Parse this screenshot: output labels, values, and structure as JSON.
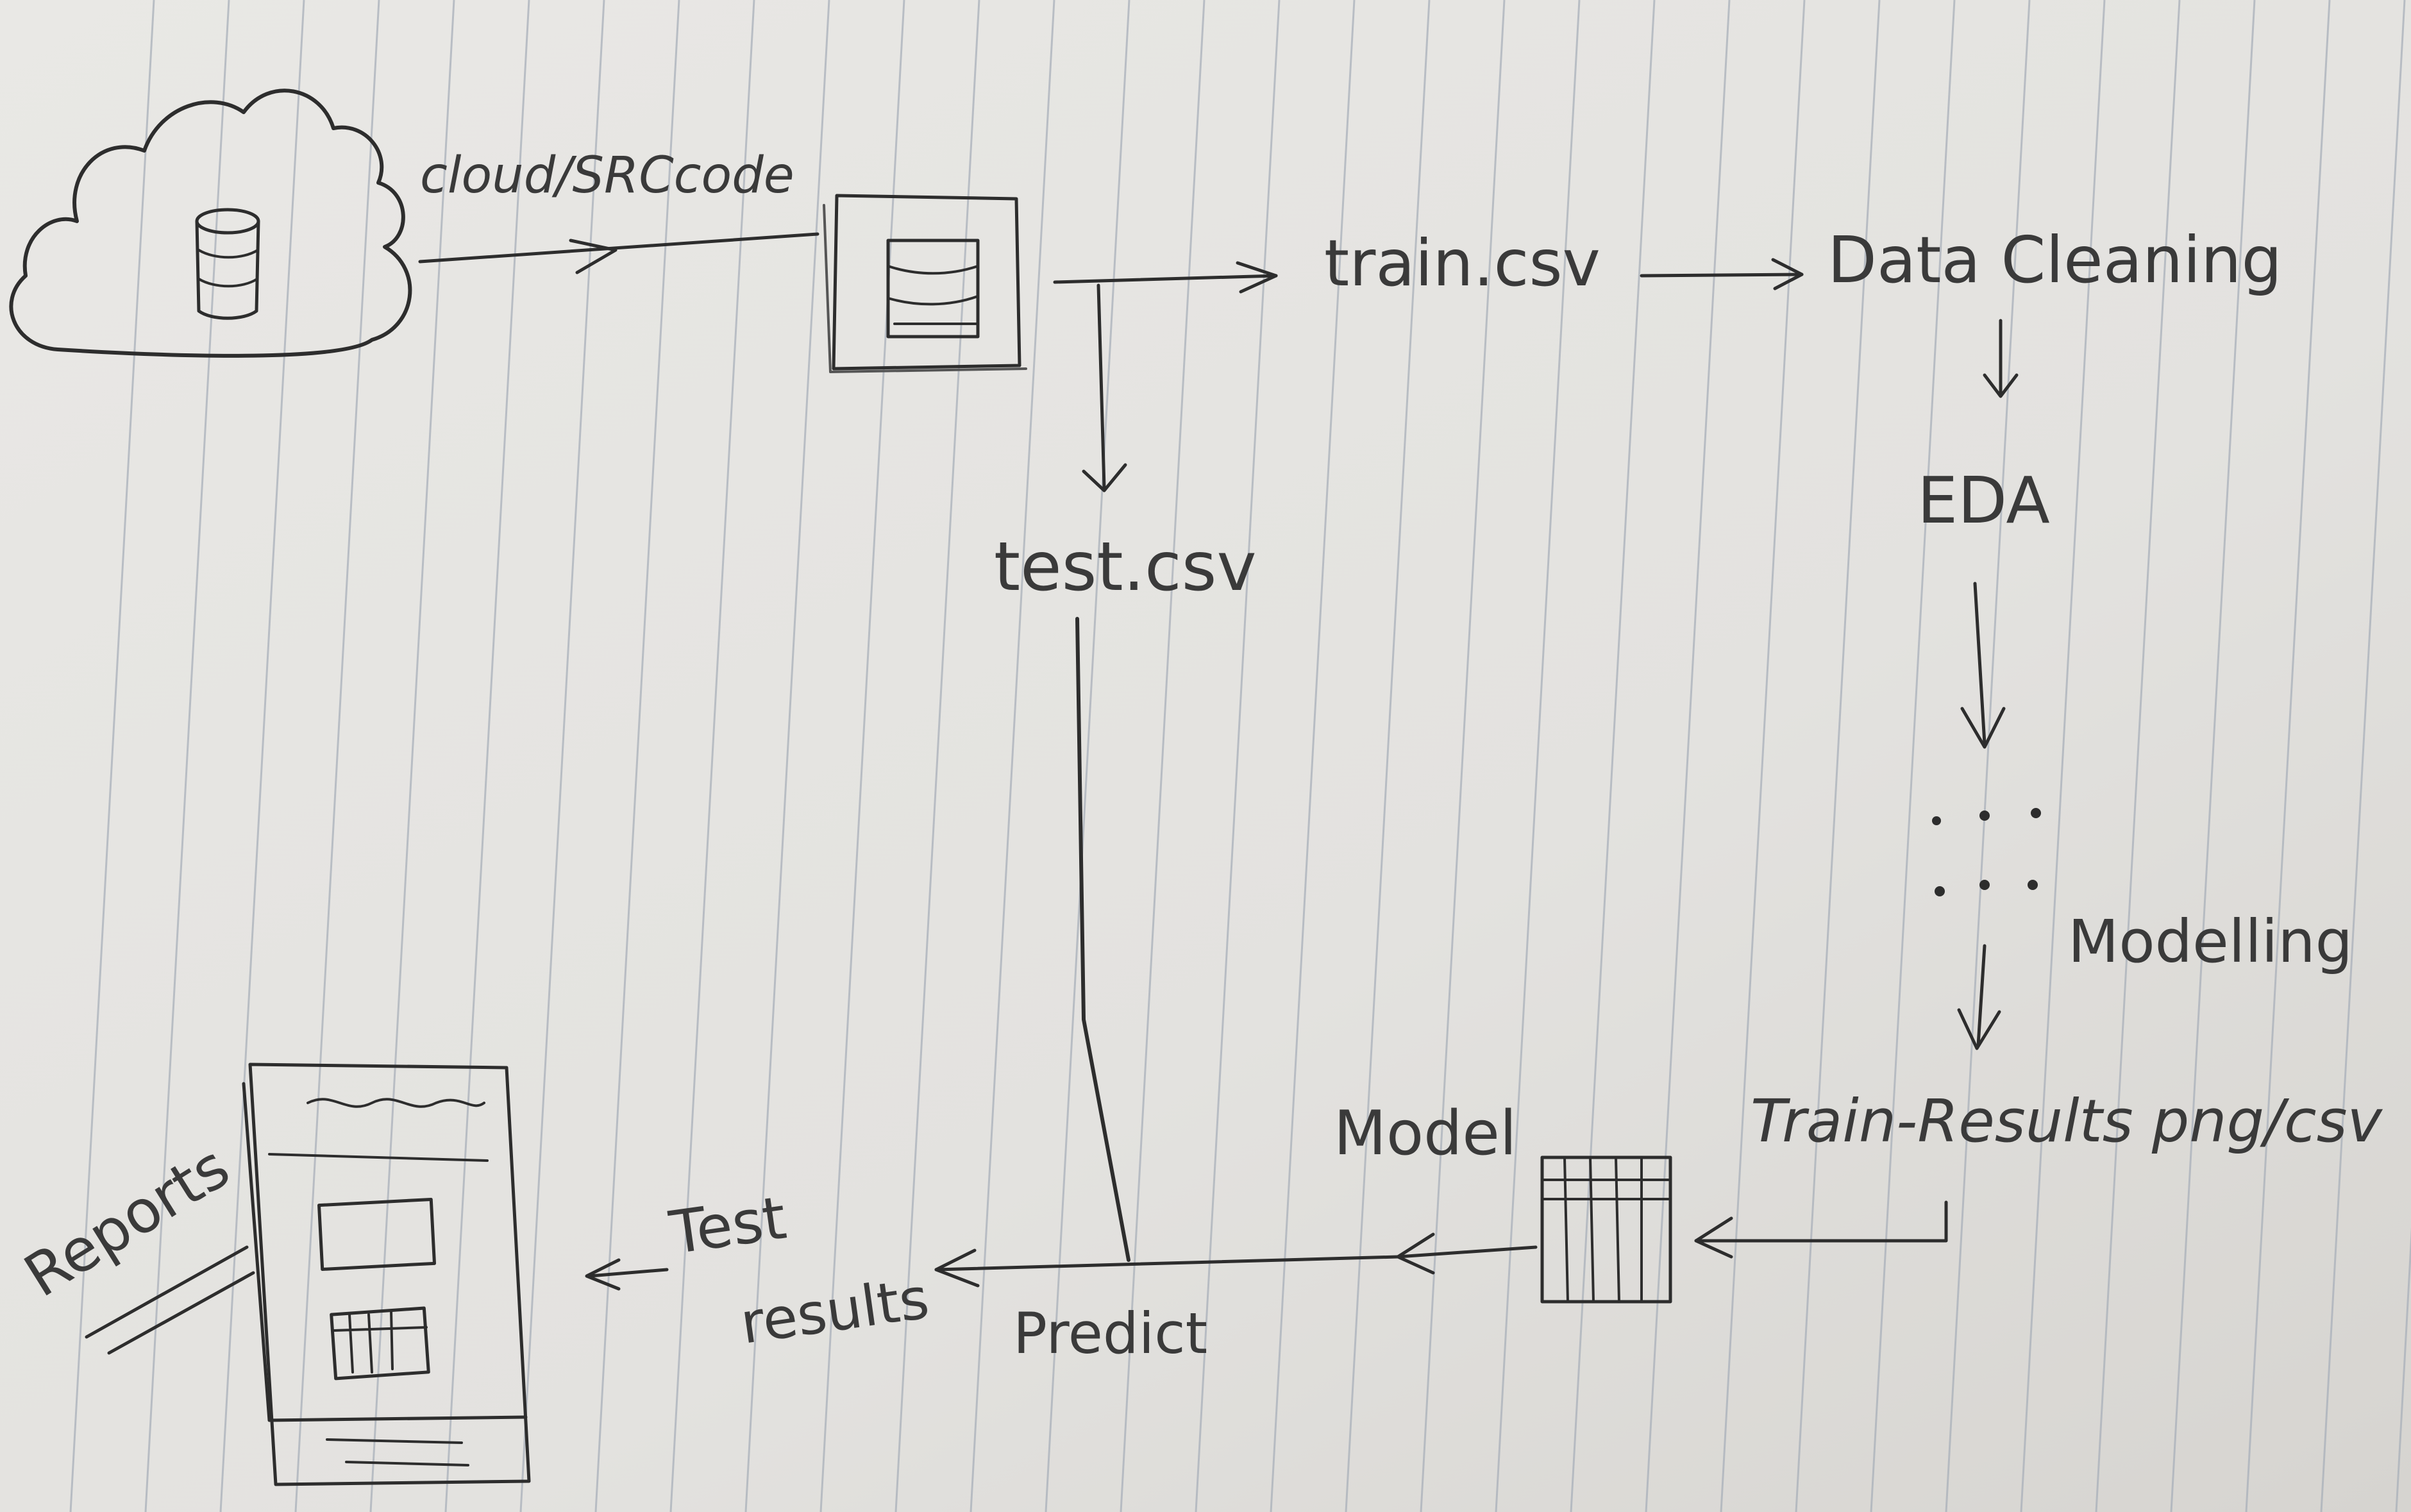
{
  "diagram": {
    "labels": {
      "source": "cloud/SRCcode",
      "train_csv": "train.csv",
      "test_csv": "test.csv",
      "data_cleaning": "Data Cleaning",
      "eda": "EDA",
      "modelling": "Modelling",
      "train_results": "Train-Results png/csv",
      "model": "Model",
      "predict": "Predict",
      "test_results_line1": "Test",
      "test_results_line2": "results",
      "reports": "Reports"
    },
    "icons": {
      "cloud": "cloud-icon",
      "database": "database-icon",
      "server": "server-database-icon",
      "model_grid": "grid-table-icon",
      "report": "report-document-icon"
    },
    "colors": {
      "paper": "#e6e4e1",
      "ink": "#2d2d2d",
      "pencil": "#6a6a6a",
      "rule": "#a9b0ba"
    }
  }
}
